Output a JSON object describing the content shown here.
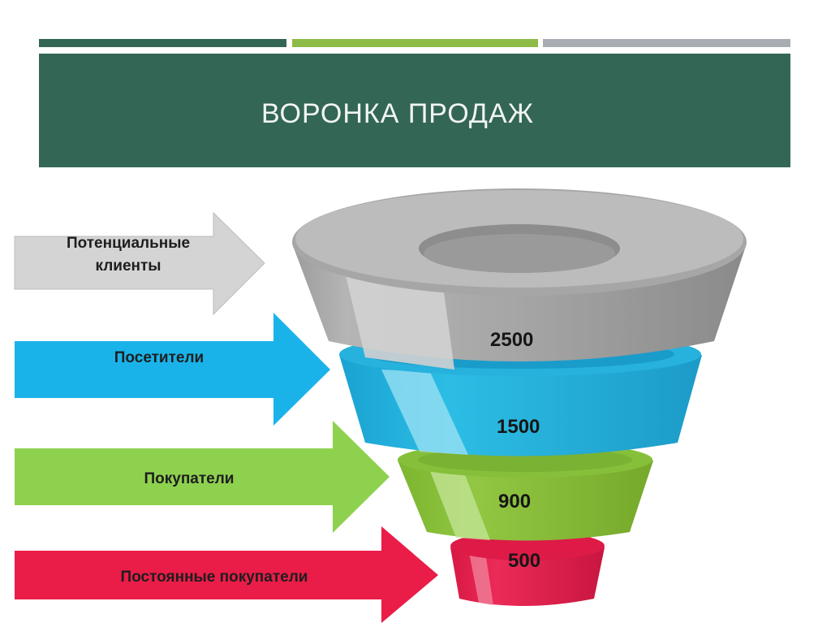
{
  "slide": {
    "title": "ВОРОНКА ПРОДАЖ",
    "colors": {
      "title_band": "#336654",
      "stripe_dark": "#336654",
      "stripe_green": "#8dbb48",
      "stripe_gray": "#a8adb4"
    }
  },
  "funnel": {
    "stages": [
      {
        "label_lines": [
          "Потенциальные",
          "клиенты"
        ],
        "value": "2500",
        "color": "#a9a9a9"
      },
      {
        "label_lines": [
          "Посетители"
        ],
        "value": "1500",
        "color": "#26b2e0"
      },
      {
        "label_lines": [
          "Покупатели"
        ],
        "value": "900",
        "color": "#8cc63f"
      },
      {
        "label_lines": [
          "Постоянные покупатели"
        ],
        "value": "500",
        "color": "#e8214f"
      }
    ]
  }
}
